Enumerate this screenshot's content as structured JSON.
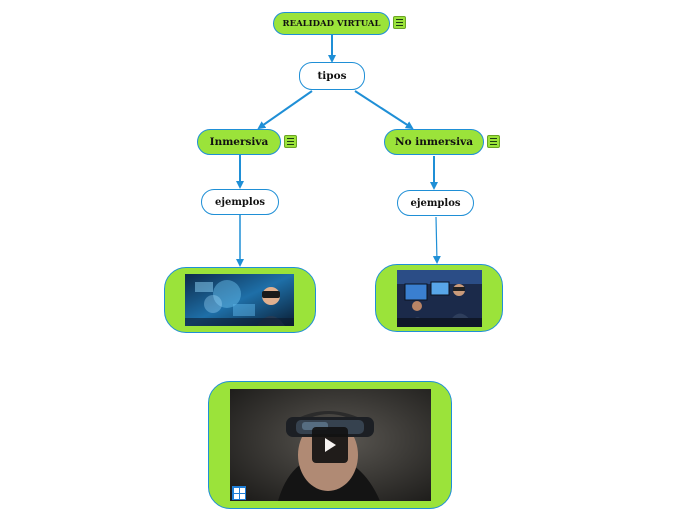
{
  "diagram": {
    "root": {
      "label": "REALIDAD VIRTUAL",
      "note_icon": "note-icon"
    },
    "types": {
      "label": "tipos"
    },
    "left": {
      "label": "Inmersiva",
      "note_icon": "note-icon",
      "examples_label": "ejemplos",
      "image_icon": "vr-headset-collage-image"
    },
    "right": {
      "label": "No inmersiva",
      "note_icon": "note-icon",
      "examples_label": "ejemplos",
      "image_icon": "desktop-simulation-image"
    },
    "video": {
      "thumbnail_icon": "mixed-reality-headset-video",
      "play_icon": "play-icon",
      "badge_icon": "windows-logo-icon"
    }
  },
  "colors": {
    "node_fill": "#9be33a",
    "border": "#1f8fd6",
    "connector": "#1f8fd6"
  }
}
